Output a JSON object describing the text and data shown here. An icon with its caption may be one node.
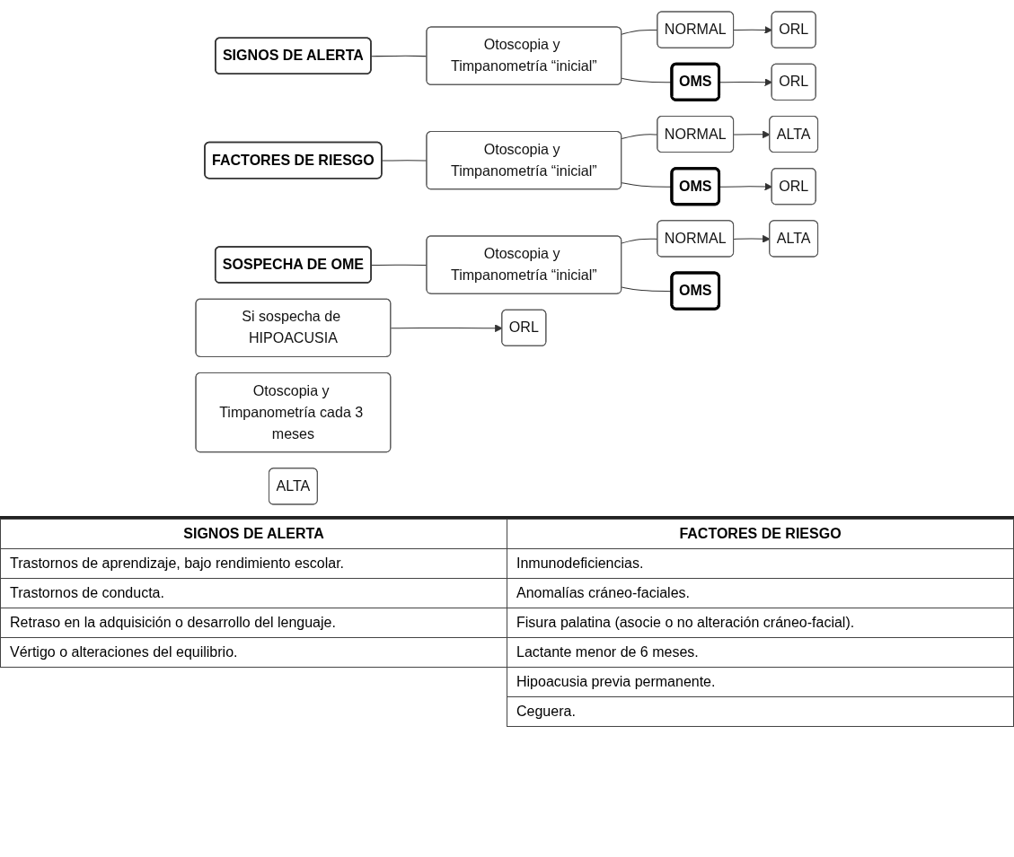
{
  "diagram": {
    "nodes": [
      {
        "text": [
          "SIGNOS DE ALERTA"
        ]
      },
      {
        "text": [
          "Otoscopia y Timpanometría “inicial”"
        ]
      },
      {
        "text": [
          "NORMAL"
        ]
      },
      {
        "text": [
          "ORL"
        ]
      },
      {
        "text": [
          "OMS"
        ]
      },
      {
        "text": [
          "ORL"
        ]
      },
      {
        "text": [
          "FACTORES DE RIESGO"
        ]
      },
      {
        "text": [
          "Otoscopia y Timpanometría “inicial”"
        ]
      },
      {
        "text": [
          "NORMAL"
        ]
      },
      {
        "text": [
          "ALTA"
        ]
      },
      {
        "text": [
          "OMS"
        ]
      },
      {
        "text": [
          "ORL"
        ]
      },
      {
        "text": [
          "SOSPECHA DE OME"
        ]
      },
      {
        "text": [
          "Otoscopia y Timpanometría “inicial”"
        ]
      },
      {
        "text": [
          "NORMAL"
        ]
      },
      {
        "text": [
          "ALTA"
        ]
      },
      {
        "text": [
          "Si sospecha de HIPOACUSIA"
        ]
      },
      {
        "text": [
          "OMS"
        ]
      },
      {
        "text": [
          "Otoscopia y Timpanometría cada 3 meses"
        ]
      },
      {
        "text": [
          "ORL"
        ]
      },
      {
        "text": [
          "ALTA"
        ]
      }
    ],
    "edges": [
      {
        "from": 0,
        "to": 1,
        "arrow": "none"
      },
      {
        "from": 1,
        "to": 2,
        "arrow": "none"
      },
      {
        "from": 1,
        "to": 4,
        "arrow": "none"
      },
      {
        "from": 2,
        "to": 3,
        "arrow": "to"
      },
      {
        "from": 4,
        "to": 5,
        "arrow": "to"
      },
      {
        "from": 6,
        "to": 7,
        "arrow": "none"
      },
      {
        "from": 7,
        "to": 8,
        "arrow": "none"
      },
      {
        "from": 7,
        "to": 10,
        "arrow": "none"
      },
      {
        "from": 8,
        "to": 9,
        "arrow": "to"
      },
      {
        "from": 10,
        "to": 11,
        "arrow": "to"
      },
      {
        "from": 12,
        "to": 13,
        "arrow": "none"
      },
      {
        "from": 13,
        "to": 14,
        "arrow": "none"
      },
      {
        "from": 13,
        "to": 17,
        "arrow": "none"
      },
      {
        "from": 14,
        "to": 15,
        "arrow": "to"
      },
      {
        "from": 16,
        "to": 19,
        "arrow": "to"
      }
    ],
    "labels": [
      "SIGNOS DE ALERTA",
      "FACTORES DE RIESGO",
      "Trastornos de aprendizaje, bajo rendimiento escolar.",
      "Inmunodeficiencias.",
      "Trastornos de conducta.",
      "Anomalías cráneo-faciales.",
      "Retraso en la adquisición o desarrollo del lenguaje.",
      "Fisura palatina (asocie o no alteración cráneo-facial).",
      "Vértigo o alteraciones del equilibrio.",
      "Lactante menor de 6 meses.",
      "Hipoacusia previa permanente.",
      "Ceguera."
    ]
  }
}
